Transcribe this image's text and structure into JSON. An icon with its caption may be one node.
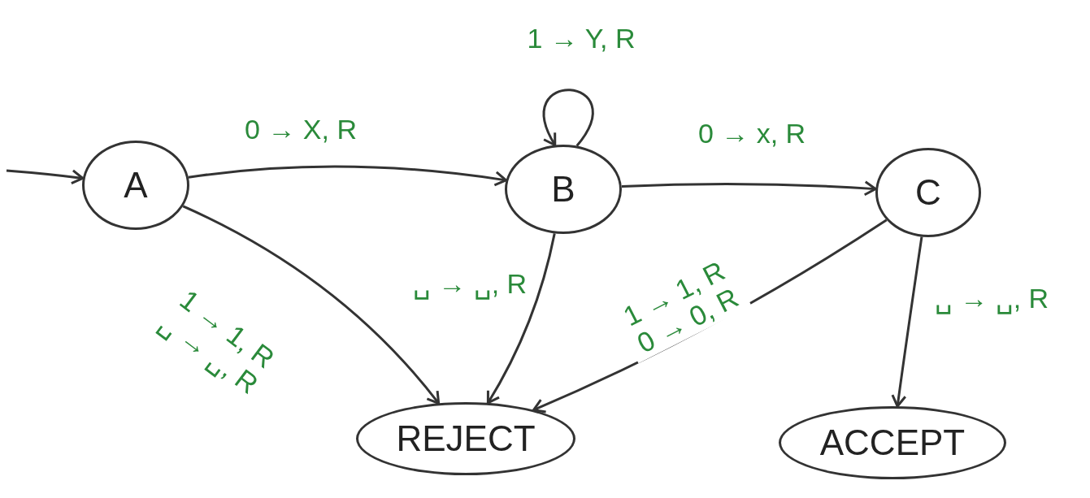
{
  "diagram": {
    "nodes": [
      {
        "text": [
          "A"
        ]
      },
      {
        "text": [
          "B"
        ]
      },
      {
        "text": [
          "C"
        ]
      },
      {
        "text": [
          "REJECT"
        ]
      },
      {
        "text": [
          "ACCEPT"
        ]
      }
    ],
    "edges": [
      {
        "from": null,
        "to": 0,
        "arrow": "to"
      },
      {
        "from": 0,
        "to": 1,
        "arrow": "to",
        "label": "0 → X, R"
      },
      {
        "from": 1,
        "to": 1,
        "arrow": "to",
        "label": "1 → Y, R"
      },
      {
        "from": 1,
        "to": 2,
        "arrow": "to",
        "label": "0 → x, R"
      },
      {
        "from": 0,
        "to": 3,
        "arrow": "to",
        "label": "1 → 1, R ␣ → ␣, R"
      },
      {
        "from": 1,
        "to": 3,
        "arrow": "to",
        "label": "␣ → ␣, R"
      },
      {
        "from": 2,
        "to": 3,
        "arrow": "to",
        "label": "1 → 1, R 0 → 0, R"
      },
      {
        "from": 2,
        "to": 4,
        "arrow": "to",
        "label": "␣ → ␣, R"
      }
    ]
  }
}
